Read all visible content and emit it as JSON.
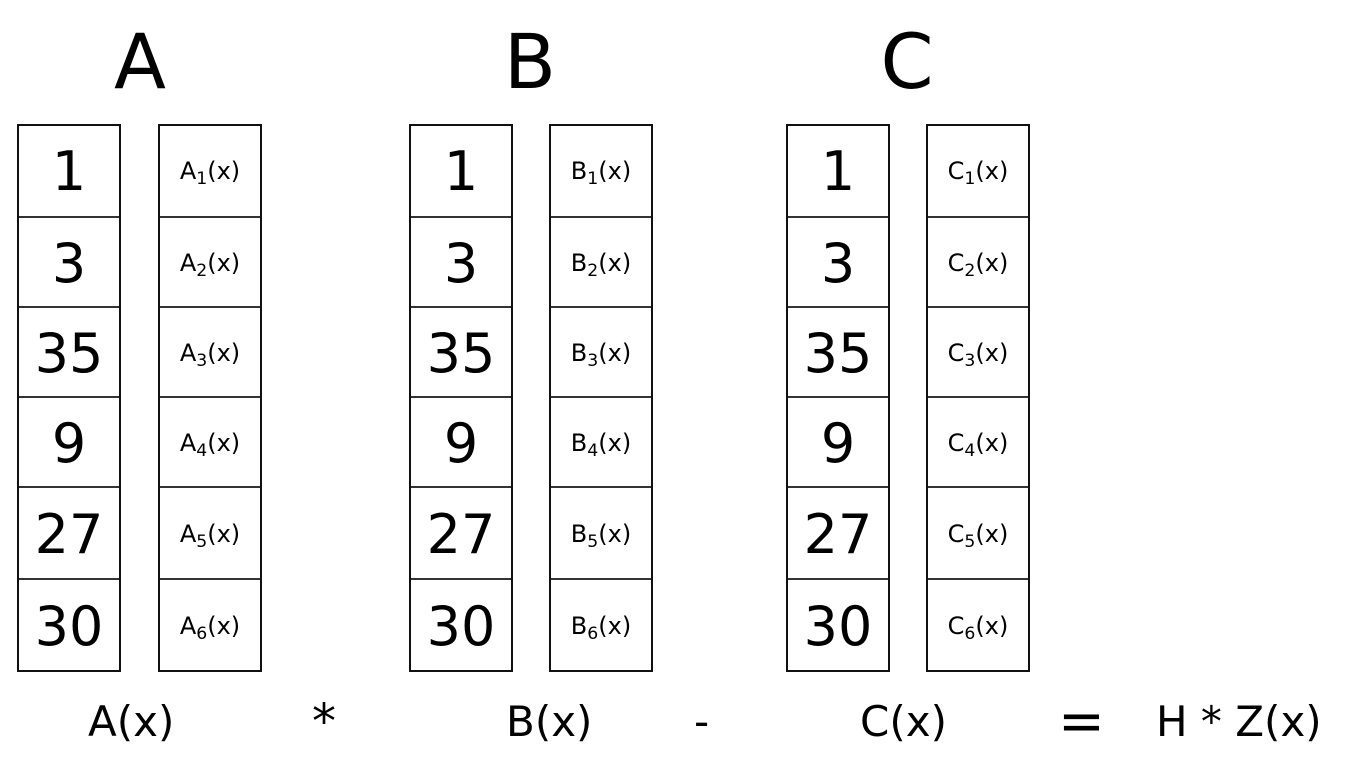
{
  "titles": [
    "A",
    "B",
    "C"
  ],
  "matrices": [
    {
      "numbers": [
        "1",
        "3",
        "35",
        "9",
        "27",
        "30"
      ],
      "functions": [
        {
          "letter": "A",
          "sub": "1",
          "arg": "(x)"
        },
        {
          "letter": "A",
          "sub": "2",
          "arg": "(x)"
        },
        {
          "letter": "A",
          "sub": "3",
          "arg": "(x)"
        },
        {
          "letter": "A",
          "sub": "4",
          "arg": "(x)"
        },
        {
          "letter": "A",
          "sub": "5",
          "arg": "(x)"
        },
        {
          "letter": "A",
          "sub": "6",
          "arg": "(x)"
        }
      ]
    },
    {
      "numbers": [
        "1",
        "3",
        "35",
        "9",
        "27",
        "30"
      ],
      "functions": [
        {
          "letter": "B",
          "sub": "1",
          "arg": "(x)"
        },
        {
          "letter": "B",
          "sub": "2",
          "arg": "(x)"
        },
        {
          "letter": "B",
          "sub": "3",
          "arg": "(x)"
        },
        {
          "letter": "B",
          "sub": "4",
          "arg": "(x)"
        },
        {
          "letter": "B",
          "sub": "5",
          "arg": "(x)"
        },
        {
          "letter": "B",
          "sub": "6",
          "arg": "(x)"
        }
      ]
    },
    {
      "numbers": [
        "1",
        "3",
        "35",
        "9",
        "27",
        "30"
      ],
      "functions": [
        {
          "letter": "C",
          "sub": "1",
          "arg": "(x)"
        },
        {
          "letter": "C",
          "sub": "2",
          "arg": "(x)"
        },
        {
          "letter": "C",
          "sub": "3",
          "arg": "(x)"
        },
        {
          "letter": "C",
          "sub": "4",
          "arg": "(x)"
        },
        {
          "letter": "C",
          "sub": "5",
          "arg": "(x)"
        },
        {
          "letter": "C",
          "sub": "6",
          "arg": "(x)"
        }
      ]
    }
  ],
  "equation": {
    "a": "A(x)",
    "op1": "*",
    "b": "B(x)",
    "op2": "-",
    "c": "C(x)",
    "eq": "=",
    "rhs": "H * Z(x)"
  }
}
